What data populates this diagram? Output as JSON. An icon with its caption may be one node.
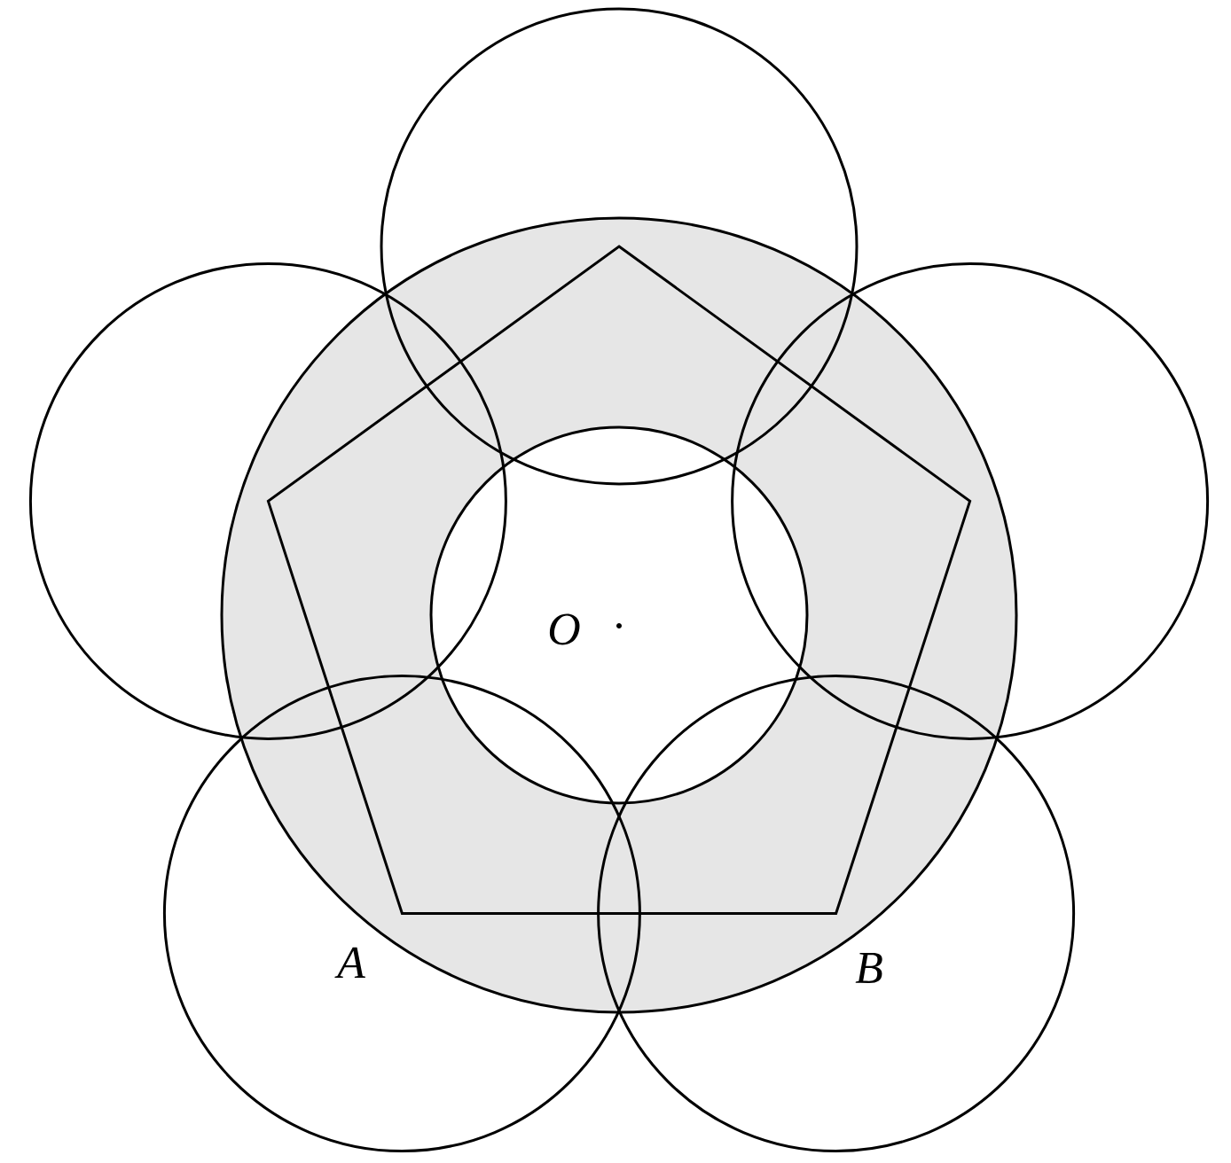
{
  "diagram": {
    "labels": [
      "O",
      "A",
      "B"
    ]
  }
}
